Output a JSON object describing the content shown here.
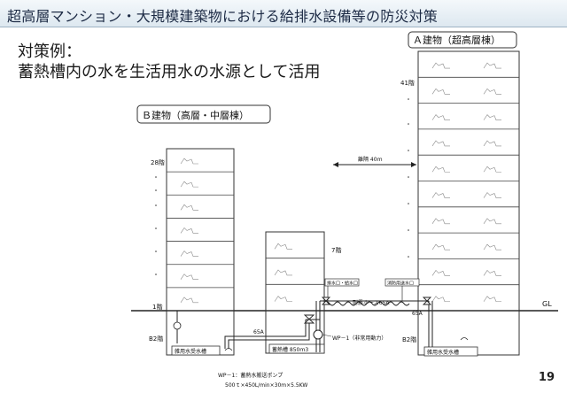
{
  "header": {
    "title": "超高層マンション・大規模建築物における給排水設備等の防災対策"
  },
  "subtitle": {
    "line1": "対策例：",
    "line2": "蓄熱槽内の水を生活用水の水源として活用"
  },
  "diagram": {
    "building_a": {
      "label": "Ａ建物（超高層棟）",
      "top_floor": "41階",
      "basement": "B2階",
      "tank": "雑用水受水槽"
    },
    "building_b": {
      "label": "Ｂ建物（高層・中層棟）",
      "top_floor": "28階",
      "first_floor": "1階",
      "basement": "B2階",
      "tank": "雑用水受水槽"
    },
    "middle": {
      "floor": "7階",
      "tank": "蓄熱槽 850ｍ3"
    },
    "distance": "離隔 40ｍ",
    "gl": "GL",
    "pipe_size": "65A",
    "valves": [
      "排水口・給水口",
      "消防用送水口"
    ],
    "hose": "耐震ホース65A",
    "pump": "WP－1（非常用動力）",
    "pump_note_line1": "WP－1：蓄熱水搬送ポンプ",
    "pump_note_line2": "500ｔ×450L/min×30m×5.5KW"
  },
  "page_number": "19"
}
